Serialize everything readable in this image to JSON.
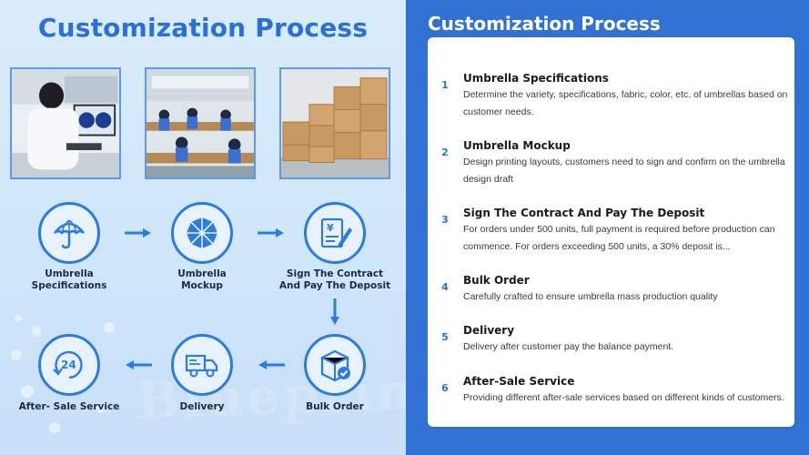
{
  "left": {
    "title": "Customization Process",
    "watermark": "Blueprint",
    "steps": [
      {
        "label_l1": "Umbrella",
        "label_l2": "Specifications",
        "icon": "umbrella-icon"
      },
      {
        "label_l1": "Umbrella",
        "label_l2": "Mockup",
        "icon": "umbrella-top-icon"
      },
      {
        "label_l1": "Sign The Contract",
        "label_l2": "And Pay The Deposit",
        "icon": "contract-icon"
      },
      {
        "label_l1": "Bulk Order",
        "label_l2": "",
        "icon": "box-icon"
      },
      {
        "label_l1": "Delivery",
        "label_l2": "",
        "icon": "truck-icon"
      },
      {
        "label_l1": "After- Sale Service",
        "label_l2": "",
        "icon": "24h-service-icon"
      }
    ]
  },
  "right": {
    "title": "Customization Process",
    "items": [
      {
        "num": "1",
        "title": "Umbrella Specifications",
        "desc": "Determine the variety, specifications, fabric, color, etc. of umbrellas based on customer needs."
      },
      {
        "num": "2",
        "title": "Umbrella Mockup",
        "desc": "Design printing layouts, customers need to sign and confirm on the umbrella design draft"
      },
      {
        "num": "3",
        "title": "Sign The Contract And Pay The Deposit",
        "desc": "For orders under 500 units, full payment is required before production can commence. For orders exceeding 500 units, a 30% deposit is..."
      },
      {
        "num": "4",
        "title": "Bulk Order",
        "desc": "Carefully crafted to ensure umbrella mass production quality"
      },
      {
        "num": "5",
        "title": "Delivery",
        "desc": "Delivery after customer pay the balance payment."
      },
      {
        "num": "6",
        "title": "After-Sale Service",
        "desc": "Providing different after-sale services based on different kinds of customers."
      }
    ]
  },
  "colors": {
    "accent": "#2c7be5",
    "panel_blue": "#3071d2",
    "left_bg": "#d9ecfb",
    "text_dark": "#1c2b44"
  }
}
